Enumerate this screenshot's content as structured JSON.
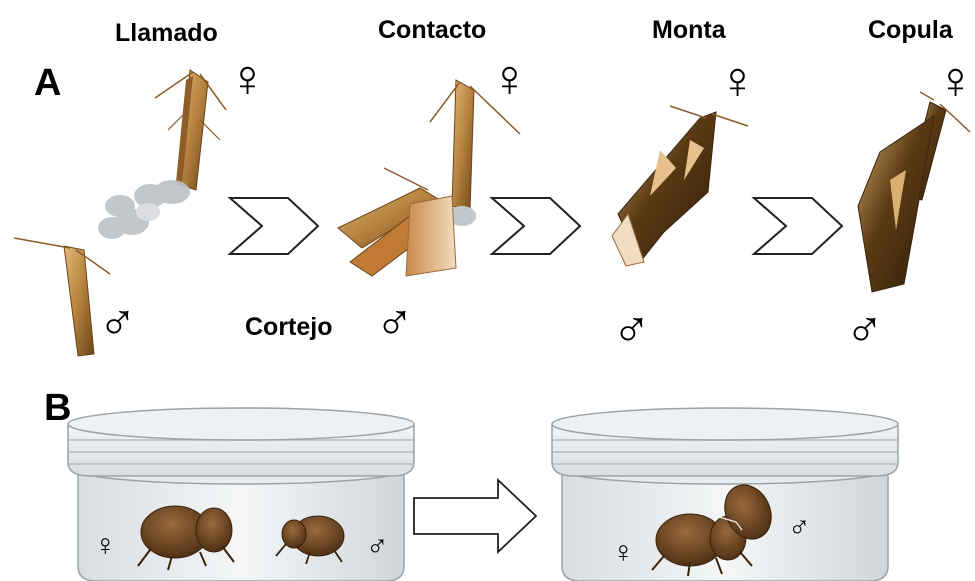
{
  "panel_a": {
    "letter": "A",
    "stages": [
      {
        "label": "Llamado"
      },
      {
        "label": "Contacto"
      },
      {
        "label": "Monta"
      },
      {
        "label": "Copula"
      }
    ],
    "courtship_label": "Cortejo",
    "female_symbol": "♀",
    "male_symbol": "♂"
  },
  "panel_b": {
    "letter": "B",
    "female_symbol": "♀",
    "male_symbol": "♂"
  },
  "icons": {
    "stage_arrow": "chevron-arrow-icon",
    "transition_arrow": "block-arrow-icon"
  },
  "colors": {
    "moth_light": "#c9a064",
    "moth_dark": "#5a3a14",
    "beetle": "#6b4424",
    "pheromone_cloud": "#b9bec4",
    "jar_glass": "#e4e9ec",
    "jar_stroke": "#9aa3a8"
  }
}
